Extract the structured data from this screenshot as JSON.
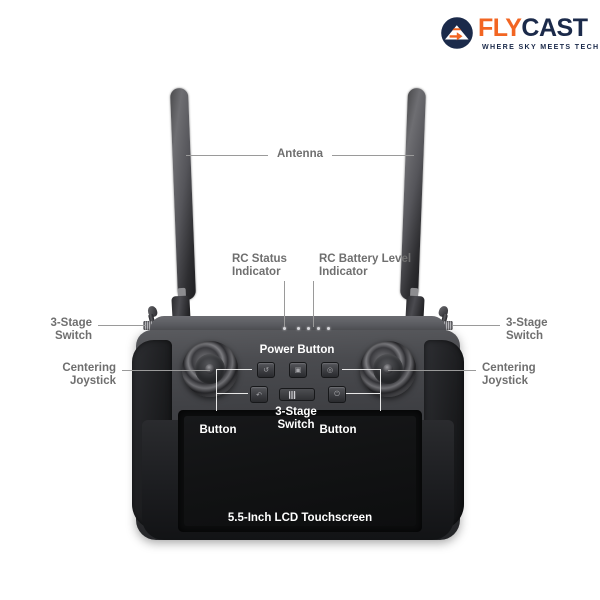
{
  "brand": {
    "name_part1": "FLY",
    "name_part2": "CAST",
    "tagline": "WHERE SKY MEETS TECH",
    "mark_icon": "drone-circle-icon",
    "colors": {
      "orange": "#F26522",
      "navy": "#1B2A4A"
    }
  },
  "diagram": {
    "title": "RC Controller Callout Diagram",
    "device": "remote-controller",
    "background": "#FFFFFF",
    "callouts": {
      "antenna": "Antenna",
      "rc_status_indicator": "RC Status\nIndicator",
      "rc_status_indicator_l1": "RC Status",
      "rc_status_indicator_l2": "Indicator",
      "rc_battery_indicator_l1": "RC Battery Level",
      "rc_battery_indicator_l2": "Indicator",
      "three_stage_switch_left_l1": "3-Stage",
      "three_stage_switch_left_l2": "Switch",
      "three_stage_switch_right_l1": "3-Stage",
      "three_stage_switch_right_l2": "Switch",
      "centering_joystick_left_l1": "Centering",
      "centering_joystick_left_l2": "Joystick",
      "centering_joystick_right_l1": "Centering",
      "centering_joystick_right_l2": "Joystick",
      "power_button": "Power Button",
      "button_left": "Button",
      "button_right": "Button",
      "three_stage_switch_center_l1": "3-Stage",
      "three_stage_switch_center_l2": "Switch",
      "screen": "5.5-Inch LCD Touchscreen"
    },
    "indicators": {
      "rc_status_led_count": 1,
      "rc_battery_led_count": 4,
      "led_color": "#D8D8DC"
    },
    "face_buttons": {
      "top_row": [
        "C1",
        "rec",
        "photo"
      ],
      "bottom_left": "back",
      "bottom_right": "power",
      "glyphs": {
        "c1": "↺",
        "rec": "▣",
        "photo": "◎",
        "back": "↶",
        "power": "⏻"
      }
    },
    "screen_label": "5.5-Inch LCD Touchscreen"
  }
}
